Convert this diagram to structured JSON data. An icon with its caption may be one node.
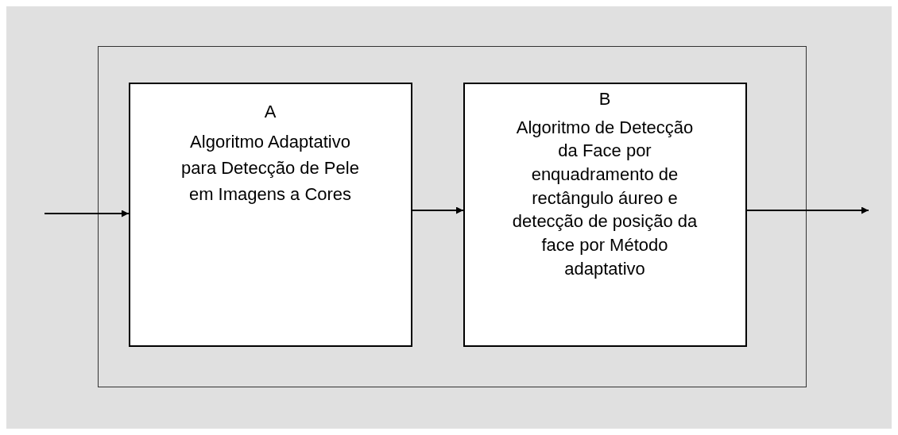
{
  "diagram": {
    "nodes": [
      {
        "text": [],
        "shape": "box"
      },
      {
        "text": [
          "A",
          "Algoritmo Adaptativo para Detecção de Pele em Imagens a Cores"
        ],
        "in": 0
      },
      {
        "text": [
          "B",
          "Algoritmo de Detecção da Face por enquadramento de rectângulo áureo e detecção de posição da face por Método adaptativo"
        ],
        "in": 0
      }
    ],
    "edges": [
      {
        "from": null,
        "to": 1,
        "arrow": "to"
      },
      {
        "from": 1,
        "to": 2,
        "arrow": "to"
      },
      {
        "from": 2,
        "to": null,
        "arrow": "to"
      }
    ]
  }
}
